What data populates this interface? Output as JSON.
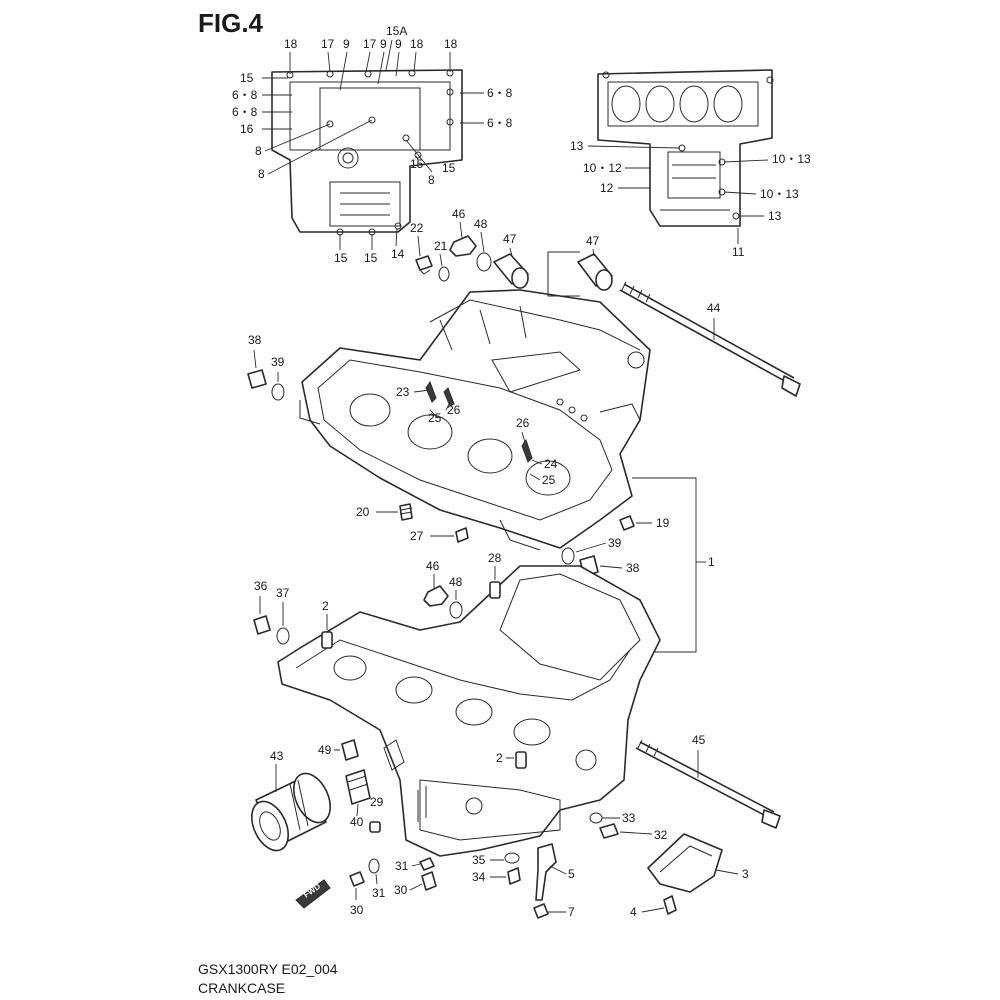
{
  "figure": {
    "title": "FIG.4",
    "model_code": "GSX1300RY E02_004",
    "section_name": "CRANKCASE",
    "fwd_marker": "FWD"
  },
  "callouts": {
    "c1": "1",
    "c2a": "2",
    "c2b": "2",
    "c3": "3",
    "c4": "4",
    "c5": "5",
    "c7": "7",
    "c11": "11",
    "c12": "12",
    "c13a": "13",
    "c13b": "13",
    "c10_12": "10・12",
    "c10_13a": "10・13",
    "c10_13b": "10・13",
    "c14": "14",
    "c15a": "15",
    "c15b": "15",
    "c15c": "15",
    "c15d": "15",
    "c15e": "15",
    "c15A": "15A",
    "c16": "16",
    "c17a": "17",
    "c17b": "17",
    "c18a": "18",
    "c18b": "18",
    "c18c": "18",
    "c9a": "9",
    "c9b": "9",
    "c9c": "9",
    "c8a": "8",
    "c8b": "8",
    "c8c": "8",
    "c6_8a": "6・8",
    "c6_8b": "6・8",
    "c6_8c": "6・8",
    "c6_8d": "6・8",
    "c19": "19",
    "c20": "20",
    "c21": "21",
    "c22": "22",
    "c23": "23",
    "c24": "24",
    "c25a": "25",
    "c25b": "25",
    "c26a": "26",
    "c26b": "26",
    "c27": "27",
    "c28": "28",
    "c29": "29",
    "c30a": "30",
    "c30b": "30",
    "c31a": "31",
    "c31b": "31",
    "c32": "32",
    "c33": "33",
    "c34": "34",
    "c35": "35",
    "c36": "36",
    "c37": "37",
    "c38a": "38",
    "c38b": "38",
    "c39a": "39",
    "c39b": "39",
    "c40": "40",
    "c43": "43",
    "c44": "44",
    "c45": "45",
    "c46a": "46",
    "c46b": "46",
    "c47a": "47",
    "c47b": "47",
    "c48a": "48",
    "c48b": "48",
    "c49": "49"
  }
}
